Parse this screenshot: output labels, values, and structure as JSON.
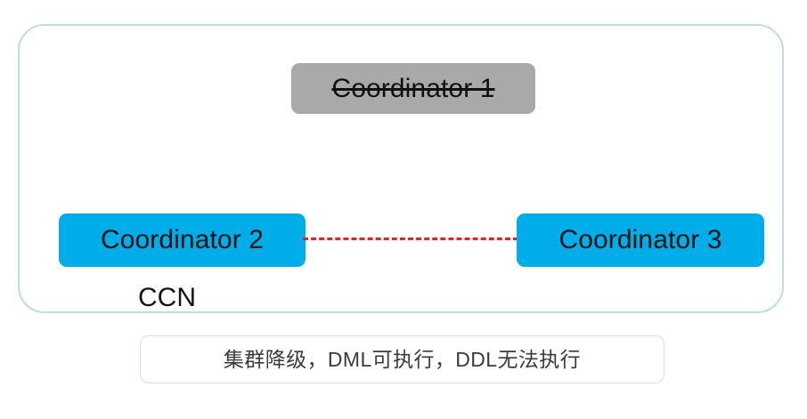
{
  "diagram": {
    "container": {
      "name": "cluster-boundary",
      "border_color": "#b9dee4",
      "inner_label": "CCN"
    },
    "nodes": [
      {
        "id": "coordinator-1",
        "label": "Coordinator 1",
        "state": "down",
        "strikethrough": true,
        "fill_color": "#a9a9a9",
        "text_color": "#111111"
      },
      {
        "id": "coordinator-2",
        "label": "Coordinator 2",
        "state": "active",
        "strikethrough": false,
        "fill_color": "#00ade8",
        "text_color": "#111111"
      },
      {
        "id": "coordinator-3",
        "label": "Coordinator 3",
        "state": "active",
        "strikethrough": false,
        "fill_color": "#00ade8",
        "text_color": "#111111"
      }
    ],
    "links": [
      {
        "id": "link-c2-c3",
        "from": "coordinator-2",
        "to": "coordinator-3",
        "style": "dashed",
        "color": "#e8231f"
      }
    ],
    "note": {
      "text": "集群降级，DML可执行，DDL无法执行",
      "border_color": "#dcdcdc",
      "text_color": "#3b3b3b"
    }
  }
}
